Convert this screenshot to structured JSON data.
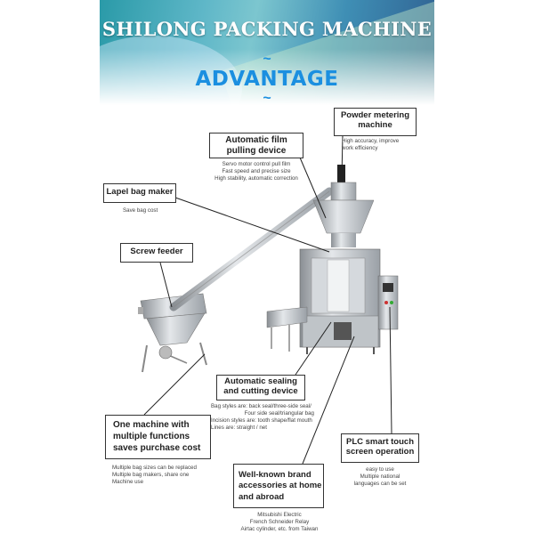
{
  "header": {
    "title": "SHILONG PACKING MACHINE",
    "tilde_top": "~",
    "subtitle": "ADVANTAGE",
    "tilde_bottom": "~",
    "accent_color": "#1b8fe0"
  },
  "callouts": [
    {
      "label": "Powder metering machine",
      "lines": [
        "High accuracy, improve",
        "work efficiency"
      ]
    },
    {
      "label": "Automatic film pulling device",
      "lines": [
        "Servo motor control pull film",
        "Fast speed and precise size",
        "High stability, automatic correction"
      ]
    },
    {
      "label": "Lapel bag maker",
      "lines": [
        "Save bag cost"
      ]
    },
    {
      "label": "Screw feeder",
      "lines": []
    },
    {
      "label": "Automatic sealing and cutting device",
      "lines": [
        "Bag styles are: back seal/three-side seal/",
        "Four side seal/triangular bag",
        "Incision styles are: tooth shape/flat mouth",
        "Lines are: straight / net"
      ]
    },
    {
      "label": "One machine with multiple functions saves purchase cost",
      "lines": [
        "Multiple bag sizes can be replaced",
        "Multiple bag makers, share one",
        "Machine use"
      ]
    },
    {
      "label": "Well-known brand accessories at home and abroad",
      "lines": [
        "Mitsubishi Electric",
        "French Schneider Relay",
        "Airtac cylinder, etc. from Taiwan"
      ]
    },
    {
      "label": "PLC smart touch screen operation",
      "lines": [
        "easy to use",
        "Multiple national",
        "languages can be set"
      ]
    }
  ]
}
